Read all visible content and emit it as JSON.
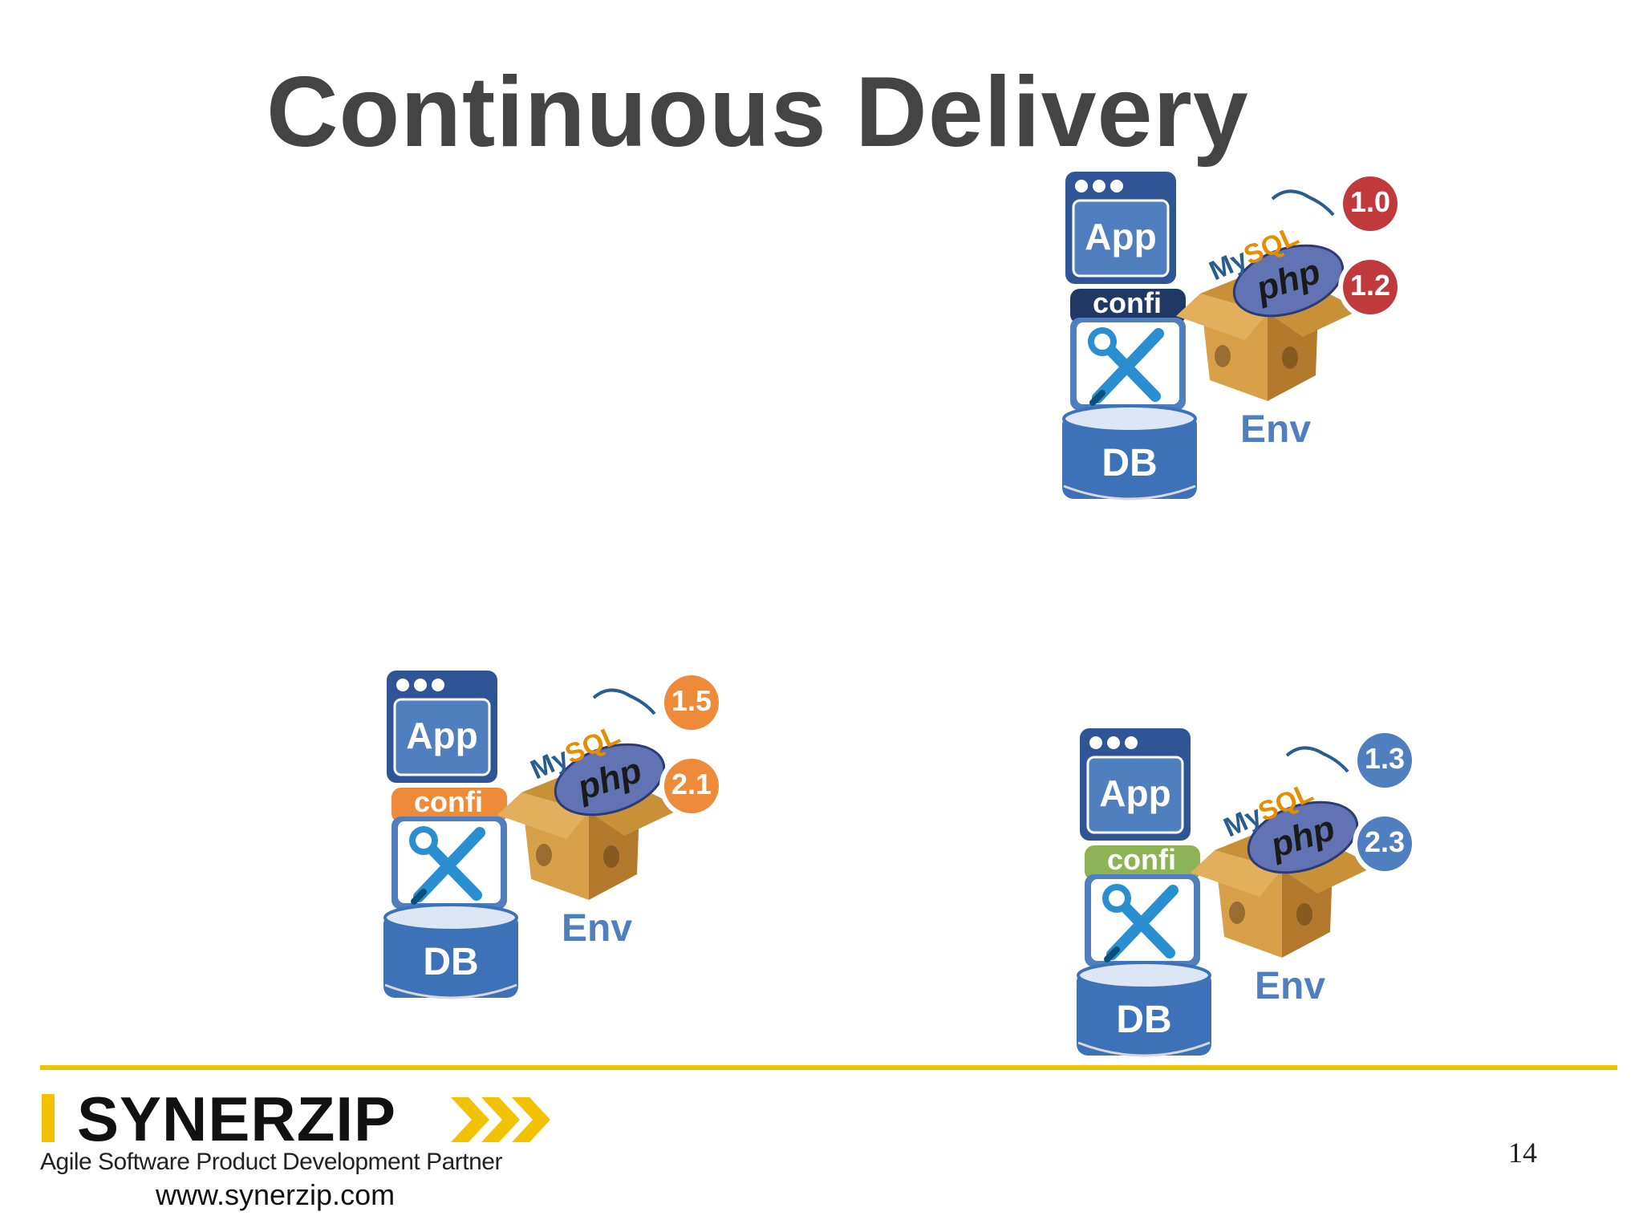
{
  "slide": {
    "title": "Continuous Delivery",
    "page_number": "14"
  },
  "stacks": [
    {
      "app_label": "App",
      "config_label": "confi",
      "db_label": "DB",
      "env_label": "Env",
      "config_color": "#1f3864",
      "badge_color": "#c0393b",
      "mysql_version": "1.0",
      "php_version": "1.2"
    },
    {
      "app_label": "App",
      "config_label": "confi",
      "db_label": "DB",
      "env_label": "Env",
      "config_color": "#ee8b3a",
      "badge_color": "#ee8b3a",
      "mysql_version": "1.5",
      "php_version": "2.1"
    },
    {
      "app_label": "App",
      "config_label": "confi",
      "db_label": "DB",
      "env_label": "Env",
      "config_color": "#8db357",
      "badge_color": "#4f7fbe",
      "mysql_version": "1.3",
      "php_version": "2.3"
    }
  ],
  "footer": {
    "logo_text": "SYNERZIP",
    "tagline": "Agile Software Product Development Partner",
    "website": "www.synerzip.com",
    "accent_color": "#f2c200"
  },
  "icons": [
    "app-window-icon",
    "tools-icon",
    "database-icon",
    "mysql-logo-icon",
    "php-logo-icon",
    "box-icon"
  ]
}
